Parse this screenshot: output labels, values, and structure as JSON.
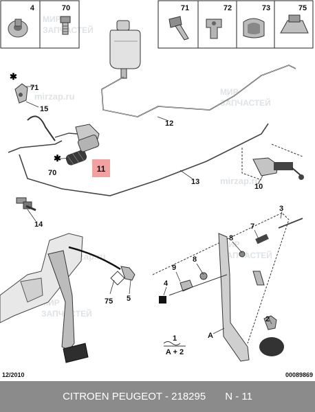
{
  "parts_left": [
    "4",
    "70"
  ],
  "parts_right": [
    "71",
    "72",
    "73",
    "75"
  ],
  "callouts": {
    "c71": "71",
    "c15": "15",
    "c70": "70",
    "c11": "11",
    "c12": "12",
    "c13": "13",
    "c10": "10",
    "c14": "14",
    "c3": "3",
    "c7": "7",
    "c8a": "8",
    "c8b": "8",
    "c9": "9",
    "c4": "4",
    "c5": "5",
    "c75": "75",
    "c1": "1",
    "cA1": "A",
    "cApA": "A + 2",
    "c2": "2"
  },
  "watermark": {
    "line1": "МИР",
    "line2": "ЗАПЧАСТЕЙ",
    "url": "mirzap.ru"
  },
  "footer": {
    "date": "12/2010",
    "code": "00089869"
  },
  "banner": {
    "title": "CITROEN PEUGEOT - 218295",
    "ref": "N - 11"
  },
  "colors": {
    "highlight": "#f2a0a0",
    "banner": "#8b8b8b"
  }
}
